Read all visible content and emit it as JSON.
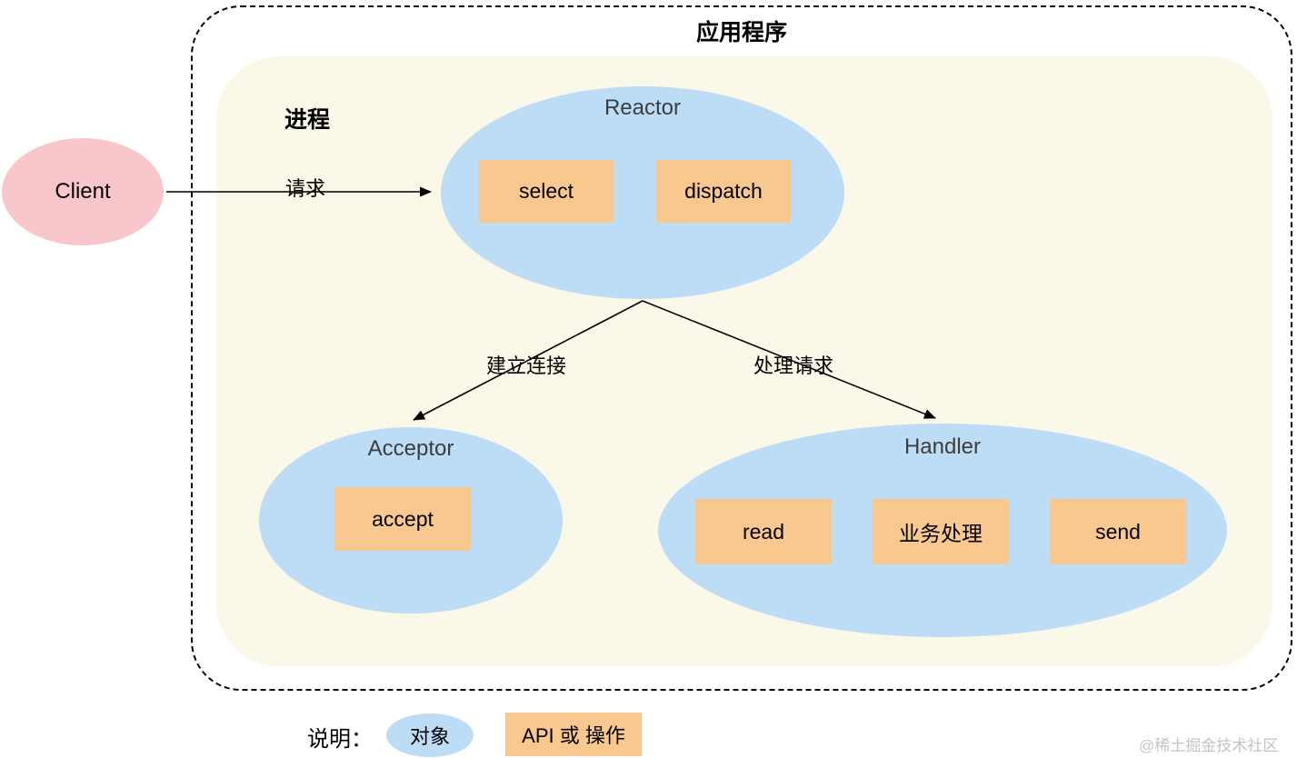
{
  "colors": {
    "canvas_bg": "#ffffff",
    "process_bg": "#faf8e8",
    "ellipse_blue": "#bddcf5",
    "rect_orange": "#f9c88f",
    "client_pink": "#f9c6cb",
    "line_black": "#000000",
    "label_gray": "#3d3d3d",
    "watermark_gray": "#c4c4c4"
  },
  "titles": {
    "application": "应用程序",
    "process": "进程"
  },
  "client": {
    "label": "Client"
  },
  "reactor": {
    "label": "Reactor",
    "select": "select",
    "dispatch": "dispatch"
  },
  "acceptor": {
    "label": "Acceptor",
    "accept": "accept"
  },
  "handler": {
    "label": "Handler",
    "read": "read",
    "process": "业务处理",
    "send": "send"
  },
  "edges": {
    "request": "请求",
    "establish_connection": "建立连接",
    "handle_request": "处理请求"
  },
  "legend": {
    "title": "说明：",
    "object": "对象",
    "api": "API 或 操作"
  },
  "watermark": "@稀土掘金技术社区"
}
